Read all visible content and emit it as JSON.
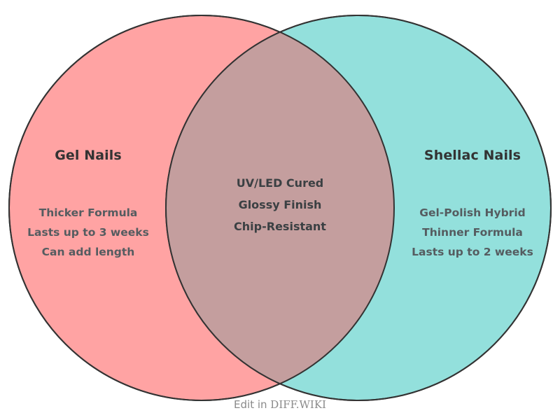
{
  "diagram": {
    "type": "venn",
    "left_set": {
      "title": "Gel Nails",
      "fill_color": "#FFA3A3",
      "items": [
        "Thicker Formula",
        "Lasts up to 3 weeks",
        "Can add length"
      ]
    },
    "right_set": {
      "title": "Shellac Nails",
      "fill_color": "#93E0DC",
      "items": [
        "Gel-Polish Hybrid",
        "Thinner Formula",
        "Lasts up to 2 weeks"
      ]
    },
    "intersection": {
      "fill_color": "#C49E9E",
      "items": [
        "UV/LED Cured",
        "Glossy Finish",
        "Chip-Resistant"
      ]
    },
    "stroke_color": "#333333",
    "title_color": "#333333",
    "item_color": "#555C60"
  },
  "footer": {
    "prefix": "Edit in ",
    "brand": "DIFF.WIKI",
    "color": "#8A8A8A"
  }
}
